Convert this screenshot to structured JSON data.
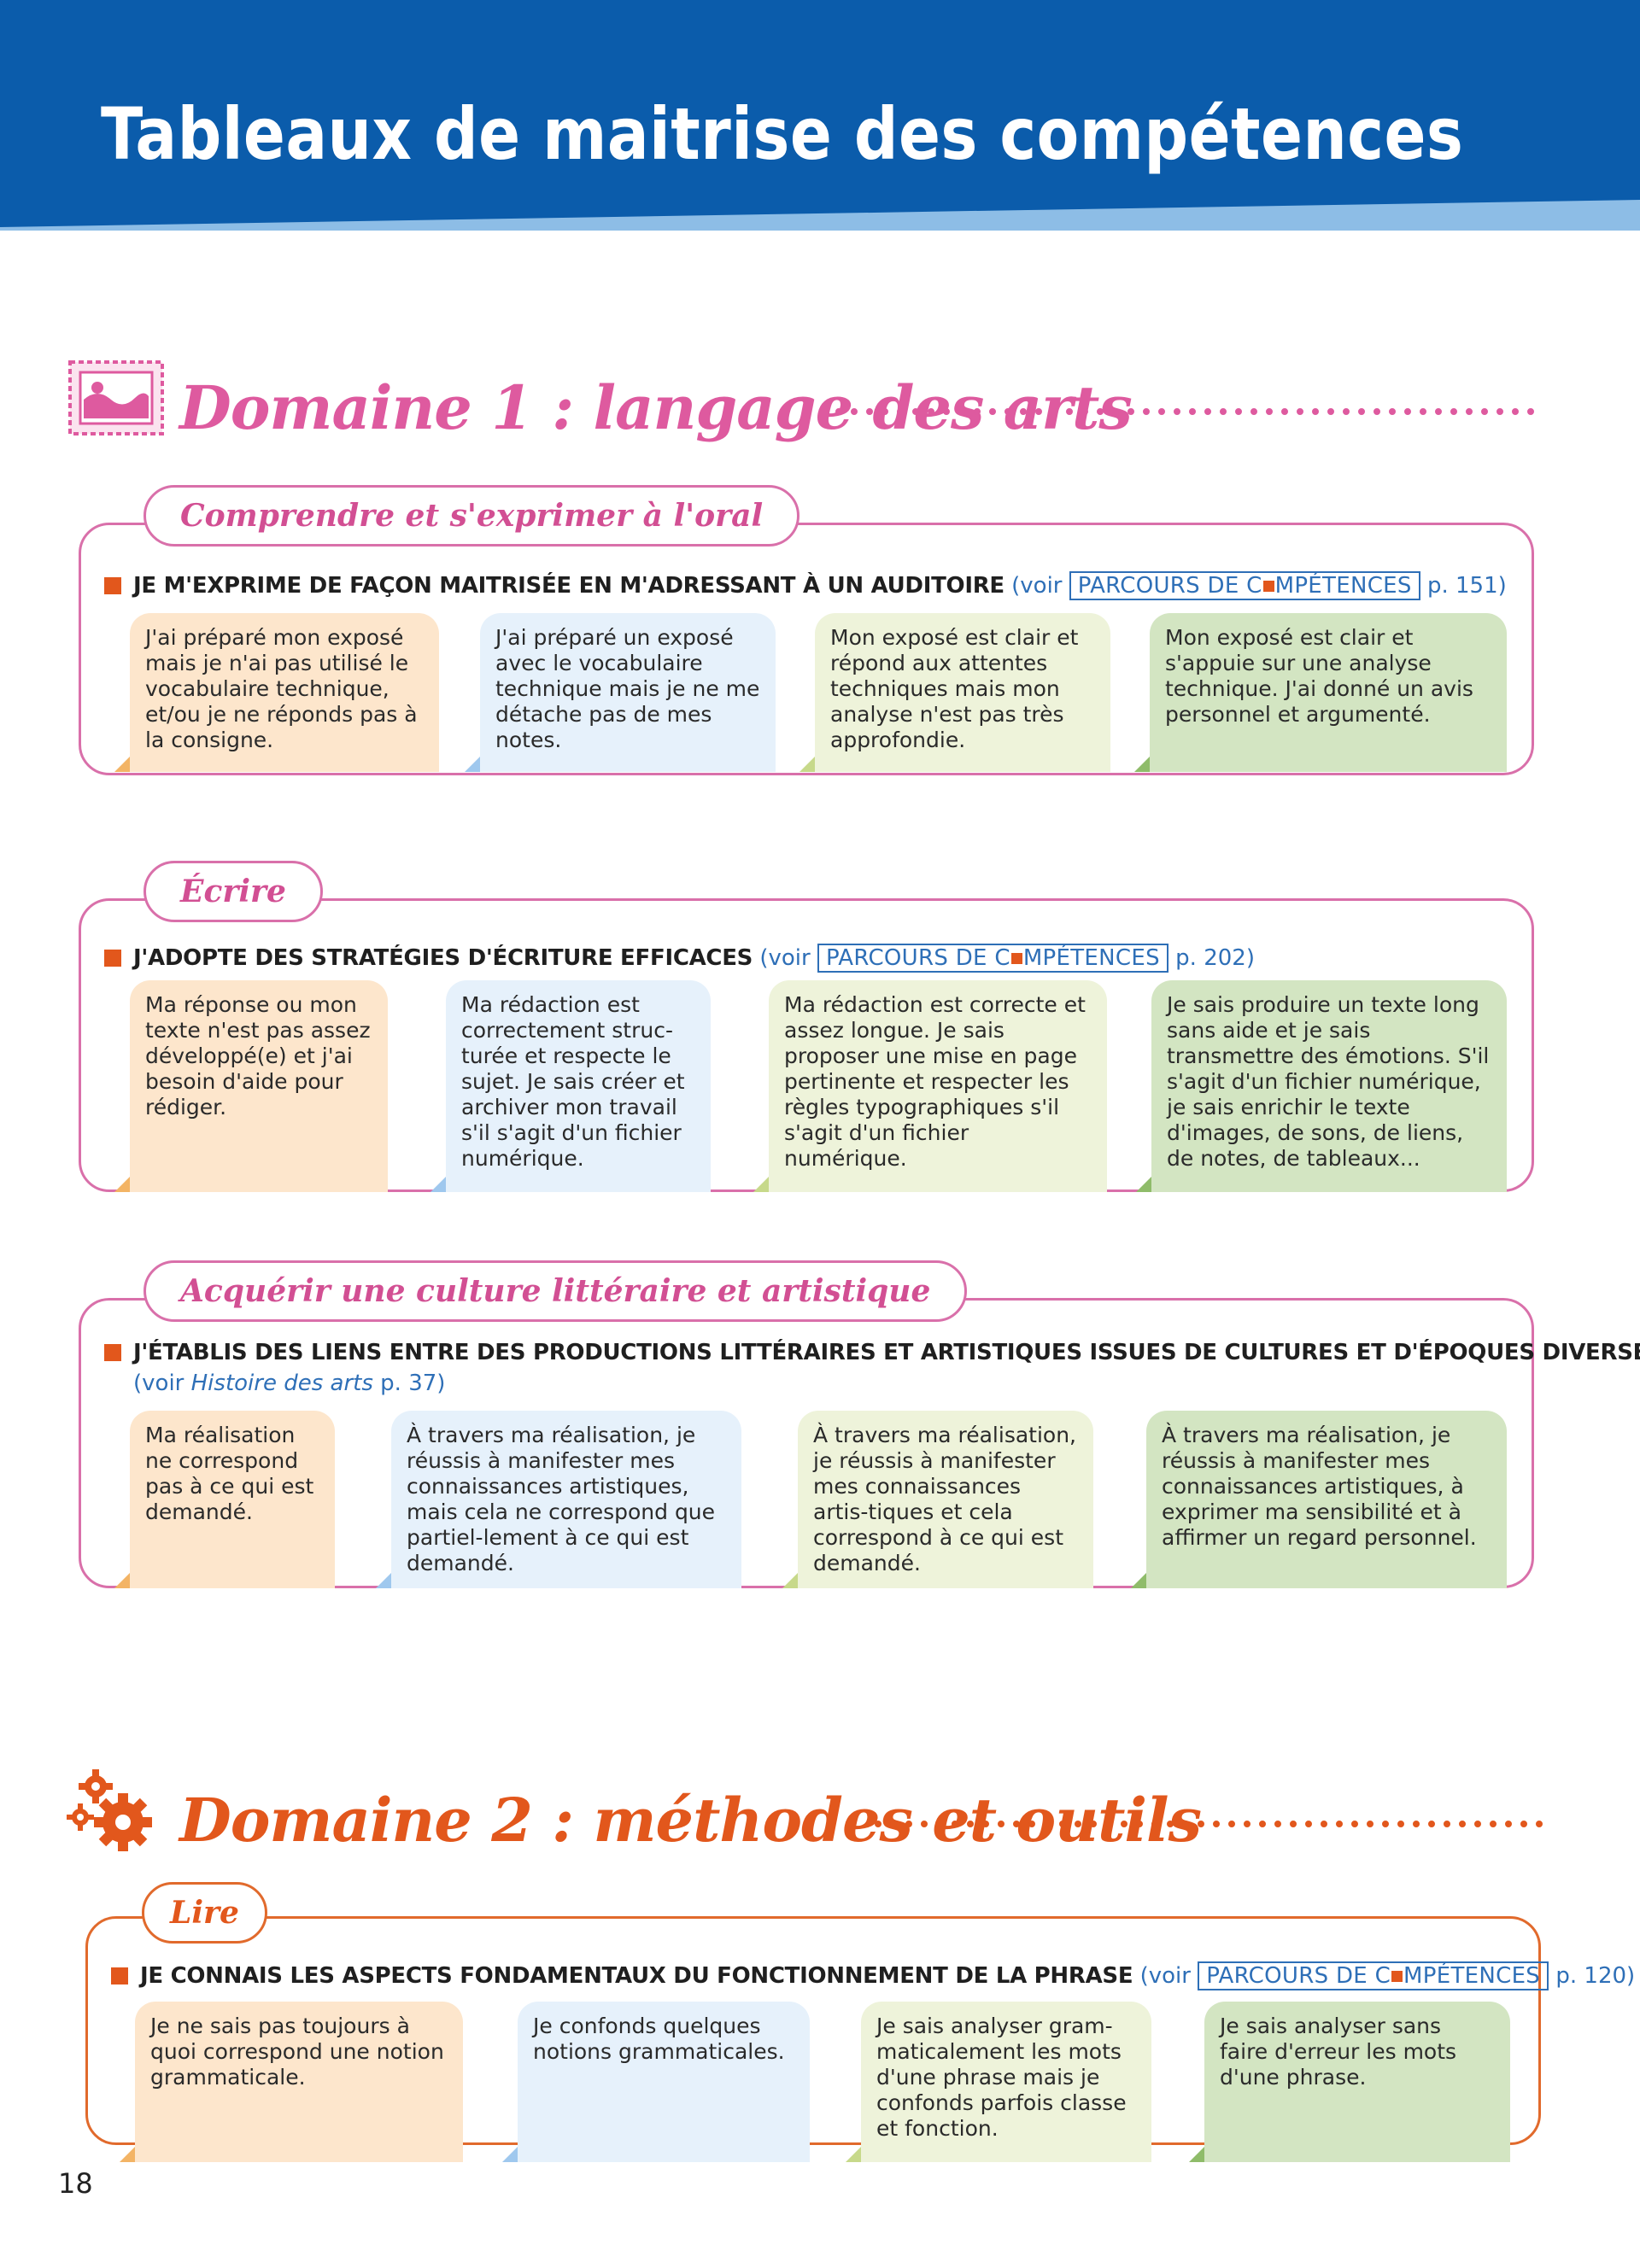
{
  "header": {
    "title": "Tableaux de maitrise des compétences",
    "colors": {
      "band": "#0b5cab",
      "stripe": "#8dbde6"
    }
  },
  "domain1": {
    "title": "Domaine 1 : langage des arts",
    "icon": "framed-picture-icon",
    "color": "#de5a9f",
    "sections": [
      {
        "tab": "Comprendre et s'exprimer à l'oral",
        "skill": "JE M'EXPRIME DE FAÇON MAITRISÉE EN M'ADRESSANT À UN AUDITOIRE",
        "ref_prefix": "(voir",
        "ref_box_a": "PARCOURS DE C",
        "ref_box_b": "MPÉTENCES",
        "ref_suffix": "p. 151)",
        "levels": [
          "J'ai préparé mon exposé mais je n'ai pas utilisé le vocabulaire technique, et/ou je ne réponds pas à la consigne.",
          "J'ai préparé un exposé avec le vocabulaire technique mais je ne me détache pas de mes notes.",
          "Mon exposé est clair et répond aux attentes techniques mais mon analyse n'est pas très approfondie.",
          "Mon exposé est clair et s'appuie sur une analyse technique. J'ai donné un avis personnel et argumenté."
        ]
      },
      {
        "tab": "Écrire",
        "skill": "J'ADOPTE DES STRATÉGIES D'ÉCRITURE EFFICACES",
        "ref_prefix": "(voir",
        "ref_box_a": "PARCOURS DE C",
        "ref_box_b": "MPÉTENCES",
        "ref_suffix": "p. 202)",
        "levels": [
          "Ma réponse ou mon texte n'est pas assez développé(e) et j'ai besoin d'aide pour rédiger.",
          "Ma rédaction est correctement struc-turée et respecte le sujet. Je sais créer et archiver mon travail s'il s'agit d'un fichier numérique.",
          "Ma rédaction est correcte et assez longue. Je sais proposer une mise en page pertinente et respecter les règles typographiques s'il s'agit d'un fichier numérique.",
          "Je sais produire un texte long sans aide et je sais transmettre des émotions. S'il s'agit d'un fichier numérique, je sais enrichir le texte d'images, de sons, de liens, de notes, de tableaux..."
        ]
      },
      {
        "tab": "Acquérir une culture littéraire et artistique",
        "skill": "J'ÉTABLIS DES LIENS ENTRE DES PRODUCTIONS LITTÉRAIRES ET ARTISTIQUES ISSUES DE CULTURES ET D'ÉPOQUES DIVERSES",
        "ref_line2_prefix": "(voir",
        "ref_line2_italic": "Histoire des arts",
        "ref_line2_suffix": "p. 37)",
        "levels": [
          "Ma réalisation ne correspond pas à ce qui est demandé.",
          "À travers ma réalisation, je réussis à manifester mes connaissances artistiques, mais cela ne correspond que partiel-lement à ce qui est demandé.",
          "À travers ma réalisation, je réussis à manifester mes connaissances artis-tiques et cela correspond à ce qui est demandé.",
          "À travers ma réalisation, je réussis à manifester mes connaissances artistiques, à exprimer ma sensibilité et à affirmer un regard personnel."
        ]
      }
    ]
  },
  "domain2": {
    "title": "Domaine 2 : méthodes et outils",
    "icon": "gears-icon",
    "color": "#e2571c",
    "sections": [
      {
        "tab": "Lire",
        "skill": "JE CONNAIS LES ASPECTS FONDAMENTAUX DU FONCTIONNEMENT DE LA PHRASE",
        "ref_prefix": "(voir",
        "ref_box_a": "PARCOURS DE C",
        "ref_box_b": "MPÉTENCES",
        "ref_suffix": "p. 120)",
        "levels": [
          "Je ne sais pas toujours à quoi correspond une notion grammaticale.",
          "Je confonds quelques notions grammaticales.",
          "Je sais analyser gram-maticalement les mots d'une phrase mais je confonds parfois classe et fonction.",
          "Je sais analyser sans faire d'erreur les mots d'une phrase."
        ]
      }
    ]
  },
  "page_number": "18"
}
